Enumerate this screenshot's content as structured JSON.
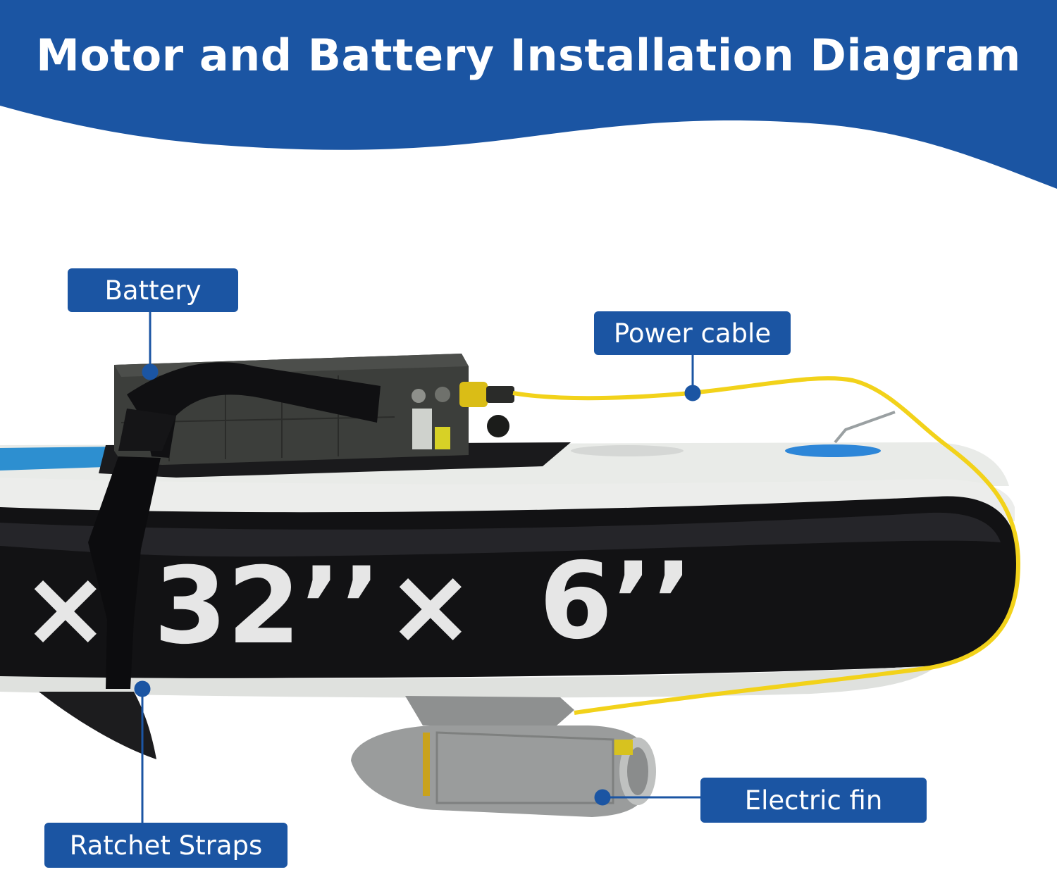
{
  "header": {
    "title": "Motor and Battery Installation Diagram"
  },
  "board": {
    "dimension_text": [
      "×",
      "32’’",
      "×",
      "6’’"
    ]
  },
  "callouts": {
    "battery": "Battery",
    "power_cable": "Power cable",
    "electric_fin": "Electric fin",
    "ratchet_straps": "Ratchet Straps"
  },
  "colors": {
    "banner": "#1b55a3",
    "callout": "#1b55a3",
    "board_black": "#121214",
    "board_white": "#e9ebe8",
    "cable": "#f2d21a",
    "fin_gray": "#9a9c9c"
  }
}
